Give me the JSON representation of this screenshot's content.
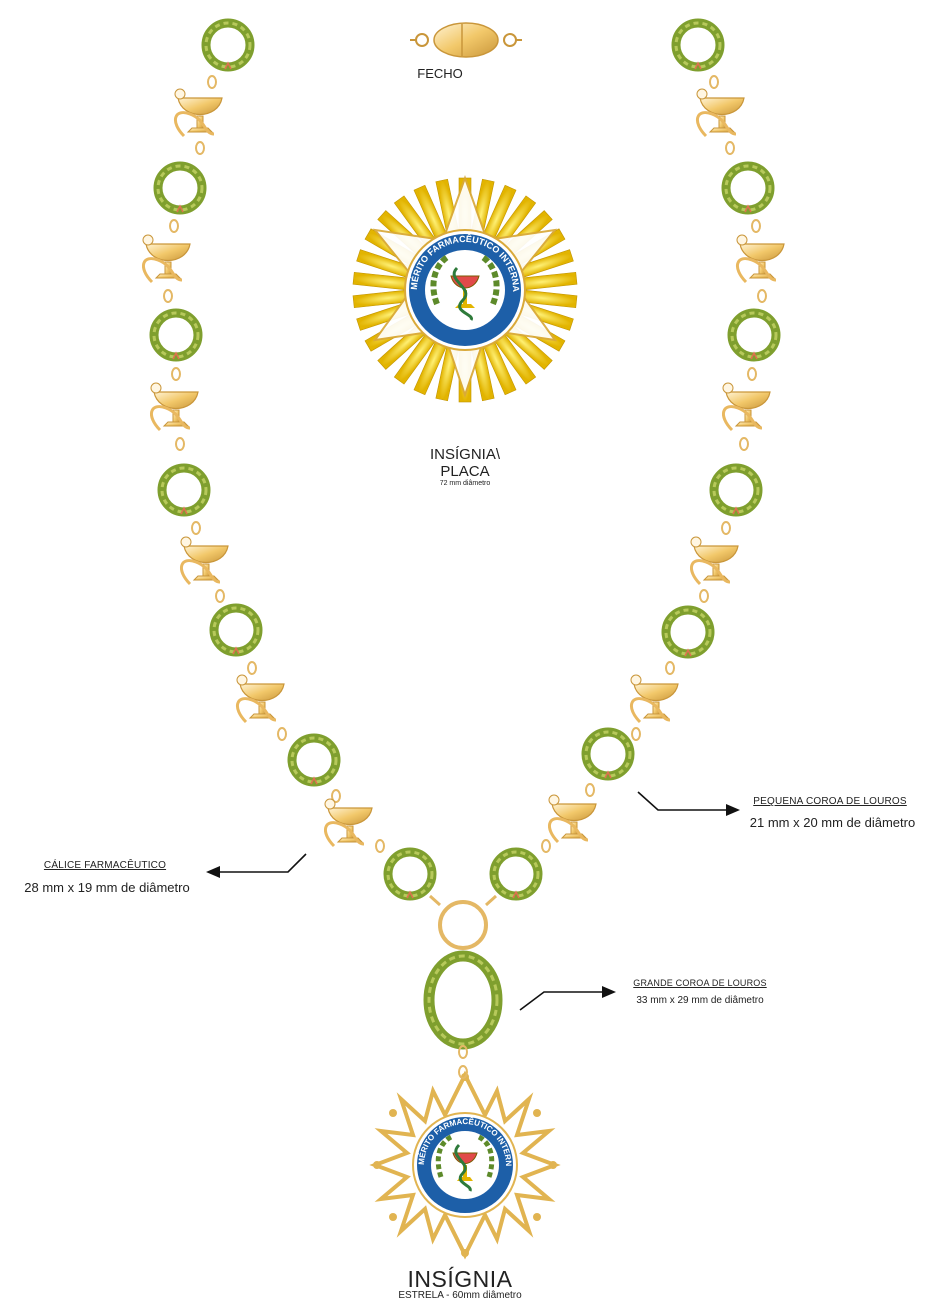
{
  "labels": {
    "clasp": "FECHO",
    "plaque_title_1": "INSÍGNIA\\",
    "plaque_title_2": "PLACA",
    "plaque_size": "72 mm diâmetro",
    "star_title": "INSÍGNIA",
    "star_size": "ESTRELA - 60mm diâmetro",
    "chalice_title": "CÁLICE FARMACÊUTICO",
    "chalice_size": "28 mm x 19 mm de diâmetro",
    "small_wreath_title": "PEQUENA COROA DE LOUROS",
    "small_wreath_size": "21 mm x 20 mm de diâmetro",
    "large_wreath_title": "GRANDE COROA DE LOUROS",
    "large_wreath_size": "33 mm x 29 mm de diâmetro"
  },
  "medal_text": "MÉRITO FARMACÊUTICO INTERNACIONAL",
  "colors": {
    "gold": "#f2c86a",
    "gold_dark": "#c9963a",
    "laurel": "#7f9f2e",
    "laurel_light": "#b7c95b",
    "blue": "#1d5fa8",
    "enamel": "#ffffff",
    "ray": "#f7d321"
  }
}
